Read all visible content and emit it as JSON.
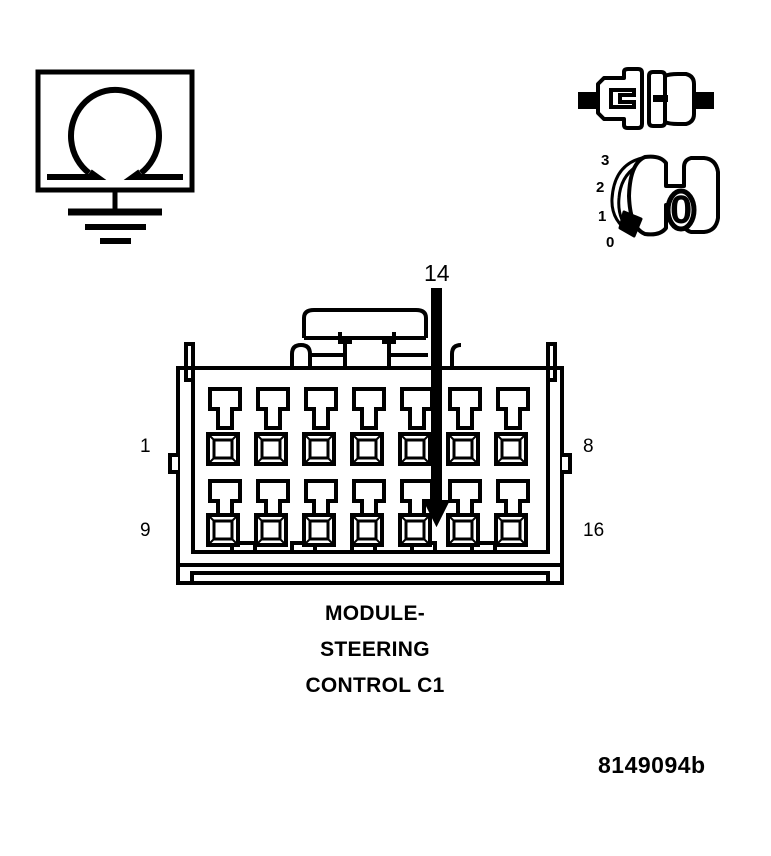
{
  "diagram": {
    "type": "automotive-wiring-connector-test-diagram",
    "figure_number": "8149094b",
    "caption_lines": [
      "MODULE-",
      "STEERING",
      "CONTROL C1"
    ],
    "caption_full": "MODULE-STEERING CONTROL C1"
  },
  "ohmmeter": {
    "symbol": "omega-in-box",
    "symbol_glyph": "Ω",
    "meaning": "ohmmeter / resistance measurement",
    "ground": {
      "symbol": "chassis-ground",
      "bars": 3
    }
  },
  "connector_state": {
    "symbol": "disconnected-connector",
    "meaning": "connector disconnected",
    "male_half": "plug",
    "female_half": "socket"
  },
  "ignition_switch": {
    "symbol": "ignition-key-switch",
    "key_glyph": "0",
    "positions": [
      "3",
      "2",
      "1",
      "0"
    ],
    "selected_position": "0",
    "meaning": "ignition key in position 0 (OFF)"
  },
  "connector": {
    "name": "MODULE-STEERING CONTROL C1",
    "rows": 2,
    "columns": 8,
    "pin_count": 16,
    "row_labels": {
      "top_left": "1",
      "top_right": "8",
      "bottom_left": "9",
      "bottom_right": "16"
    },
    "top_row_pins": [
      "1",
      "2",
      "3",
      "4",
      "5",
      "6",
      "7",
      "8"
    ],
    "bottom_row_pins": [
      "9",
      "10",
      "11",
      "12",
      "13",
      "14",
      "15",
      "16"
    ],
    "highlighted_pin": "14",
    "arrow": {
      "label": "14",
      "target_row": "bottom",
      "target_column": 6,
      "direction": "down"
    }
  },
  "colors": {
    "stroke": "#000000",
    "fill": "#ffffff",
    "background": "#ffffff"
  }
}
